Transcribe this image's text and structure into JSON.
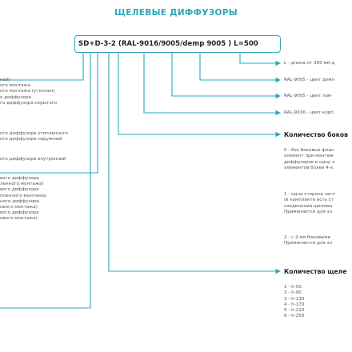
{
  "title": "ЩЕЛЕВЫЕ ДИФФУЗОРЫ",
  "code": "SD+D-3-2 (RAL-9016/9005/demp 9005 ) L=500",
  "right_notes": {
    "length": "L - длина от 300 мм д",
    "damper_color": "RAL-9005 - цвет демп",
    "louver_color": "RAL-9005 - цвет лам",
    "body_color": "RAL-9016 - цвет корп"
  },
  "side_flanges": {
    "heading": "Количество боков",
    "para1": [
      "0 - без боковых флан",
      "элемент при монтаж",
      "диффузоров в одну л",
      "элементов более 4-х"
    ],
    "para2": [
      "1 - одна сторона загл",
      "(в комплекте есть ст",
      "соединения щелевы",
      "Применяется для эл"
    ],
    "para3": [
      "2 - с 2-мя боковыми",
      "Применяется для эл"
    ]
  },
  "slots": {
    "heading": "Количество щеле",
    "items": [
      "1 - h-50",
      "2 - h-90",
      "3 - h-130",
      "4 - h-170",
      "5 - h-210",
      "6 - h-250"
    ]
  },
  "left_notes": {
    "g1": [
      "ной)",
      "ого монтажа",
      "ого монтажа (утоплен)",
      "о диффузора",
      "го диффузора скрытого"
    ],
    "g2": [
      "ого диффузора утопленного",
      "ого диффузора наружный"
    ],
    "g3": [
      "ого диффузора внутренний"
    ],
    "g4": [
      "вого диффузора",
      "ленного монтажа)",
      "вого диффузора",
      "пленного монтажа)",
      "ного диффузора",
      "ового монтажа)",
      "вого диффузора",
      "ового монтажа)"
    ]
  }
}
